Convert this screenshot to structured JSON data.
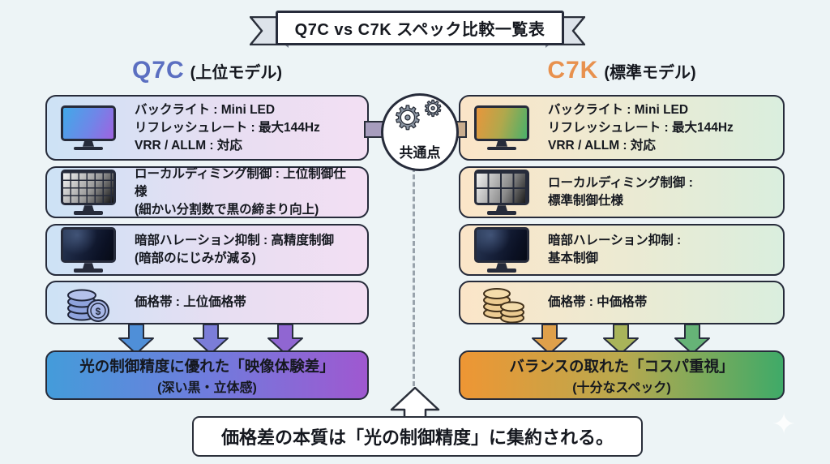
{
  "title": "Q7C vs C7K スペック比較一覧表",
  "hub": {
    "label": "共通点",
    "icon": "gears-icon"
  },
  "currency_symbol": "$",
  "left": {
    "model": "Q7C",
    "model_suffix": "(上位モデル)",
    "rows": [
      {
        "icon": "tv-display-icon",
        "lines": [
          "バックライト : Mini LED",
          "リフレッシュレート : 最大144Hz",
          "VRR / ALLM : 対応"
        ]
      },
      {
        "icon": "dimming-grid-fine-icon",
        "lines": [
          "ローカルディミング制御 : 上位制御仕様",
          "(細かい分割数で黒の締まり向上)"
        ]
      },
      {
        "icon": "dark-scene-tv-icon",
        "lines": [
          "暗部ハレーション抑制 : 高精度制御",
          "(暗部のにじみが減る)"
        ]
      },
      {
        "icon": "coins-dollar-icon",
        "lines": [
          "価格帯 : 上位価格帯"
        ]
      }
    ],
    "result": {
      "line1": "光の制御精度に優れた「映像体験差」",
      "line2": "(深い黒・立体感)"
    }
  },
  "right": {
    "model": "C7K",
    "model_suffix": "(標準モデル)",
    "rows": [
      {
        "icon": "tv-display-icon",
        "lines": [
          "バックライト : Mini LED",
          "リフレッシュレート : 最大144Hz",
          "VRR / ALLM : 対応"
        ]
      },
      {
        "icon": "dimming-grid-coarse-icon",
        "lines": [
          "ローカルディミング制御 :",
          "標準制御仕様"
        ]
      },
      {
        "icon": "dark-scene-tv-icon",
        "lines": [
          "暗部ハレーション抑制 :",
          "基本制御"
        ]
      },
      {
        "icon": "coins-stack-icon",
        "lines": [
          "価格帯 : 中価格帯"
        ]
      }
    ],
    "result": {
      "line1": "バランスの取れた「コスパ重視」",
      "line2": "(十分なスペック)"
    }
  },
  "footer": "価格差の本質は「光の制御精度」に集約される。",
  "colors": {
    "q7c_accent": "#5b6fc1",
    "c7k_accent": "#e8914e",
    "left_arrow_1": "#4f8fd8",
    "left_arrow_2": "#7b7dd8",
    "left_arrow_3": "#9066d2",
    "right_arrow_1": "#dfa04b",
    "right_arrow_2": "#a9b45a",
    "right_arrow_3": "#66b377"
  }
}
